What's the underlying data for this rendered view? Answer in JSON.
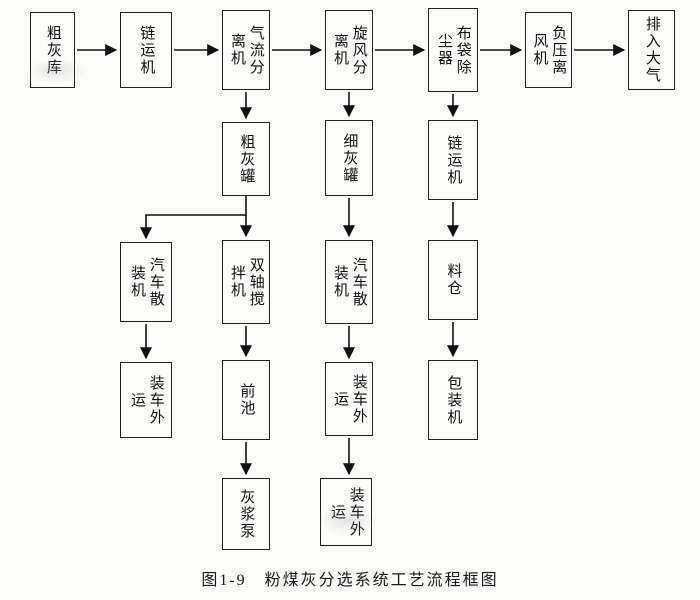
{
  "caption": "图1-9　粉煤灰分选系统工艺流程框图",
  "nodes": {
    "coarse_ash_silo": "粗灰库",
    "chain_conveyor_top": "链运机",
    "airflow_separator": "气流分\n离机",
    "cyclone_separator": "旋风分\n离机",
    "bag_dust_collector": "布袋除\n尘器",
    "negative_pressure_fan": "负压离\n风机",
    "discharge_to_atmosphere": "排入大气",
    "coarse_ash_tank": "粗灰罐",
    "fine_ash_tank": "细灰罐",
    "chain_conveyor_right": "链运机",
    "truck_bulk_loader_left": "汽车散\n装机",
    "double_shaft_mixer": "双轴搅\n拌机",
    "truck_bulk_loader_mid": "汽车散\n装机",
    "material_bin": "料仓",
    "load_transport_left": "装车外\n运",
    "front_pool": "前池",
    "load_transport_mid": "装车外\n运",
    "packing_machine": "包装机",
    "slurry_pump": "灰浆泵",
    "load_transport_bottom": "装车外\n运"
  }
}
